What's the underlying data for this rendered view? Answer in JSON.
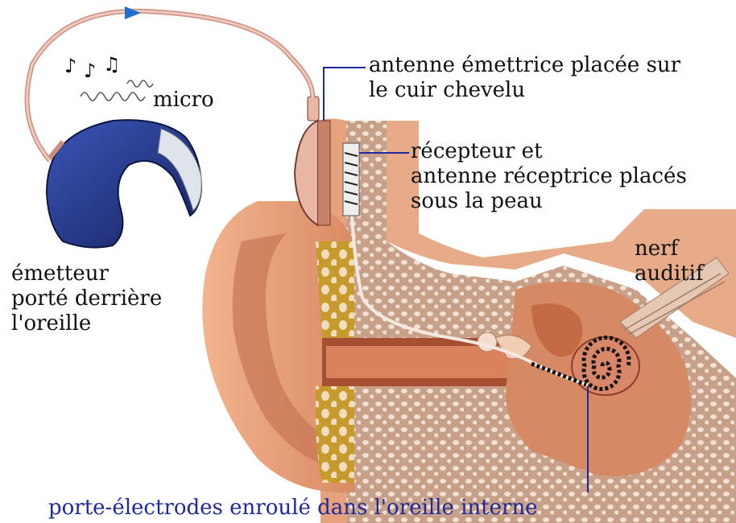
{
  "labels": {
    "antenne": [
      "antenne émettrice placée sur",
      "le cuir chevelu"
    ],
    "recepteur": [
      "récepteur et",
      "antenne réceptrice placés",
      "sous la peau"
    ],
    "nerf": [
      "nerf",
      "auditif"
    ],
    "emetteur": [
      "émetteur",
      "porté derrière",
      "l'oreille"
    ],
    "micro": "micro",
    "porte": "porte-électrodes enroulé dans l'oreille interne"
  },
  "colors": {
    "skin": "#e6a27c",
    "skin_dark": "#b4623f",
    "bone": "#d9b59a",
    "fat": "#c99a2a",
    "device_blue": "#1f2e7a",
    "cable": "#e8b8a4",
    "leader_line": "#1e2a9a",
    "arrow": "#1f6fd1"
  }
}
